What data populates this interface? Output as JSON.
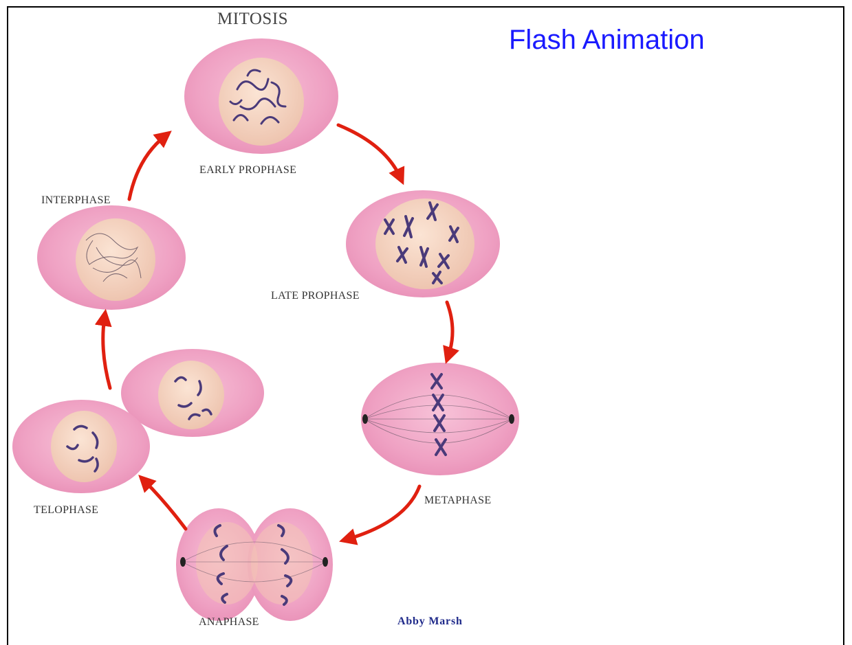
{
  "diagram": {
    "title": "MITOSIS",
    "header_link": "Flash Animation",
    "credit": "Abby Marsh",
    "phases": {
      "early_prophase": "EARLY PROPHASE",
      "late_prophase": "LATE PROPHASE",
      "metaphase": "METAPHASE",
      "anaphase": "ANAPHASE",
      "telophase": "TELOPHASE",
      "interphase": "INTERPHASE"
    },
    "colors": {
      "cell": "#f2a9c8",
      "nucleus": "#f6d4bf",
      "chromosome": "#4a3a7a",
      "arrow": "#e02010",
      "link": "#1a1aff"
    }
  }
}
